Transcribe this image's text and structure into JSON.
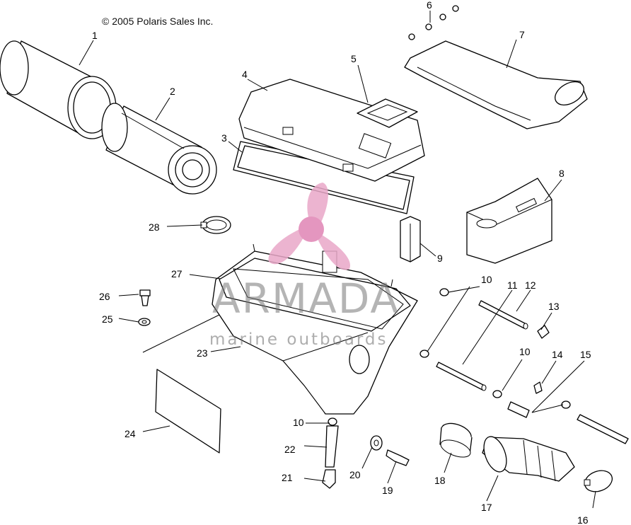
{
  "copyright": "© 2005 Polaris Sales Inc.",
  "watermark": {
    "title": "ARMADA",
    "subtitle": "marine outboards"
  },
  "callouts": {
    "c1": "1",
    "c2": "2",
    "c3": "3",
    "c4": "4",
    "c5": "5",
    "c6": "6",
    "c7": "7",
    "c8": "8",
    "c9": "9",
    "c10a": "10",
    "c10b": "10",
    "c10c": "10",
    "c11": "11",
    "c12": "12",
    "c13": "13",
    "c14": "14",
    "c15": "15",
    "c16": "16",
    "c17": "17",
    "c18": "18",
    "c19": "19",
    "c20": "20",
    "c21": "21",
    "c22": "22",
    "c23": "23",
    "c24": "24",
    "c25": "25",
    "c26": "26",
    "c27": "27",
    "c28": "28"
  },
  "colors": {
    "line": "#000000",
    "watermark_pink": "#e9a8c8",
    "watermark_pink_dark": "#e084b4",
    "watermark_gray": "#777777"
  }
}
